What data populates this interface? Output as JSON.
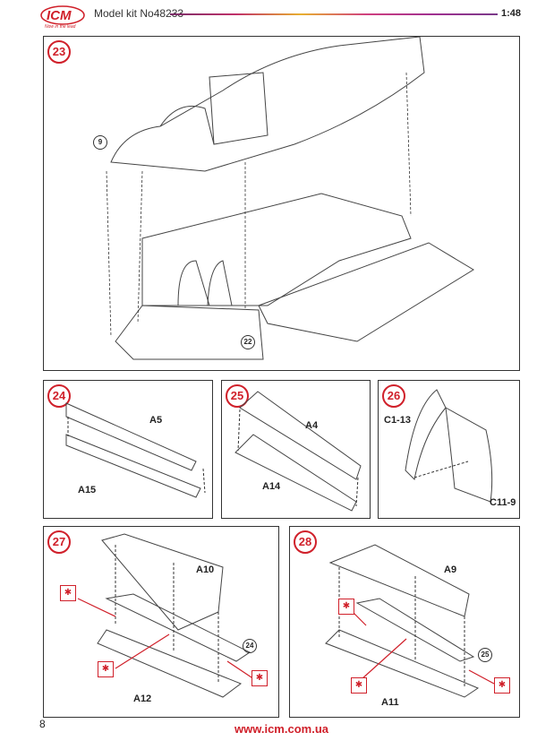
{
  "header": {
    "brand": "ICM",
    "tagline": "Now in the lead",
    "kit_label": "Model kit No48233",
    "scale": "1:48"
  },
  "steps": [
    {
      "number": "23",
      "refs": [
        "9",
        "22"
      ]
    },
    {
      "number": "24",
      "parts": [
        "A5",
        "A15"
      ]
    },
    {
      "number": "25",
      "parts": [
        "A4",
        "A14"
      ]
    },
    {
      "number": "26",
      "parts": [
        "C1-13",
        "C11-9"
      ]
    },
    {
      "number": "27",
      "parts": [
        "A10",
        "A12"
      ],
      "refs": [
        "24"
      ],
      "glue_icon": "glue-icon"
    },
    {
      "number": "28",
      "parts": [
        "A9",
        "A11"
      ],
      "refs": [
        "25"
      ],
      "glue_icon": "glue-icon"
    }
  ],
  "footer": {
    "page_number": "8",
    "url": "www.icm.com.ua"
  },
  "colors": {
    "accent": "#d0202a"
  }
}
